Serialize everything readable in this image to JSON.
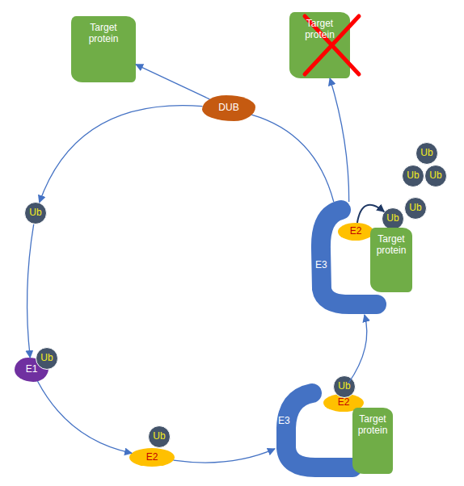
{
  "diagram": {
    "nodes": [
      {
        "text": [
          "Target protein"
        ]
      },
      {
        "text": [
          "Target protein"
        ]
      },
      {
        "text": [
          "DUB"
        ]
      },
      {
        "text": [
          "Ub"
        ]
      },
      {
        "text": [
          "Ub"
        ]
      },
      {
        "text": [
          "Ub"
        ]
      },
      {
        "text": [
          "Ub"
        ]
      },
      {
        "text": [
          "Ub"
        ]
      },
      {
        "text": [
          "Ub"
        ]
      },
      {
        "text": [
          "E3"
        ]
      },
      {
        "text": [
          "E2"
        ]
      },
      {
        "text": [
          "Target protein"
        ]
      },
      {
        "text": [
          "E1"
        ]
      },
      {
        "text": [
          "Ub"
        ]
      },
      {
        "text": [
          "E3"
        ]
      },
      {
        "text": [
          "E2"
        ]
      },
      {
        "text": [
          "Ub"
        ]
      },
      {
        "text": [
          "Target protein"
        ]
      },
      {
        "text": [
          "Ub"
        ]
      },
      {
        "text": [
          "E2"
        ]
      }
    ],
    "edges": [
      {
        "from": 2,
        "to": 0,
        "arrow": "to"
      },
      {
        "from": 9,
        "to": 1,
        "arrow": "to"
      },
      {
        "from": 9,
        "to": 2,
        "arrow": "none"
      },
      {
        "from": 2,
        "to": 8,
        "arrow": "to"
      },
      {
        "from": 8,
        "to": 12,
        "arrow": "to"
      },
      {
        "from": 12,
        "to": 19,
        "arrow": "to"
      },
      {
        "from": 19,
        "to": 14,
        "arrow": "to"
      },
      {
        "from": 14,
        "to": 9,
        "arrow": "to"
      },
      {
        "from": 10,
        "to": 7,
        "arrow": "to"
      }
    ]
  }
}
